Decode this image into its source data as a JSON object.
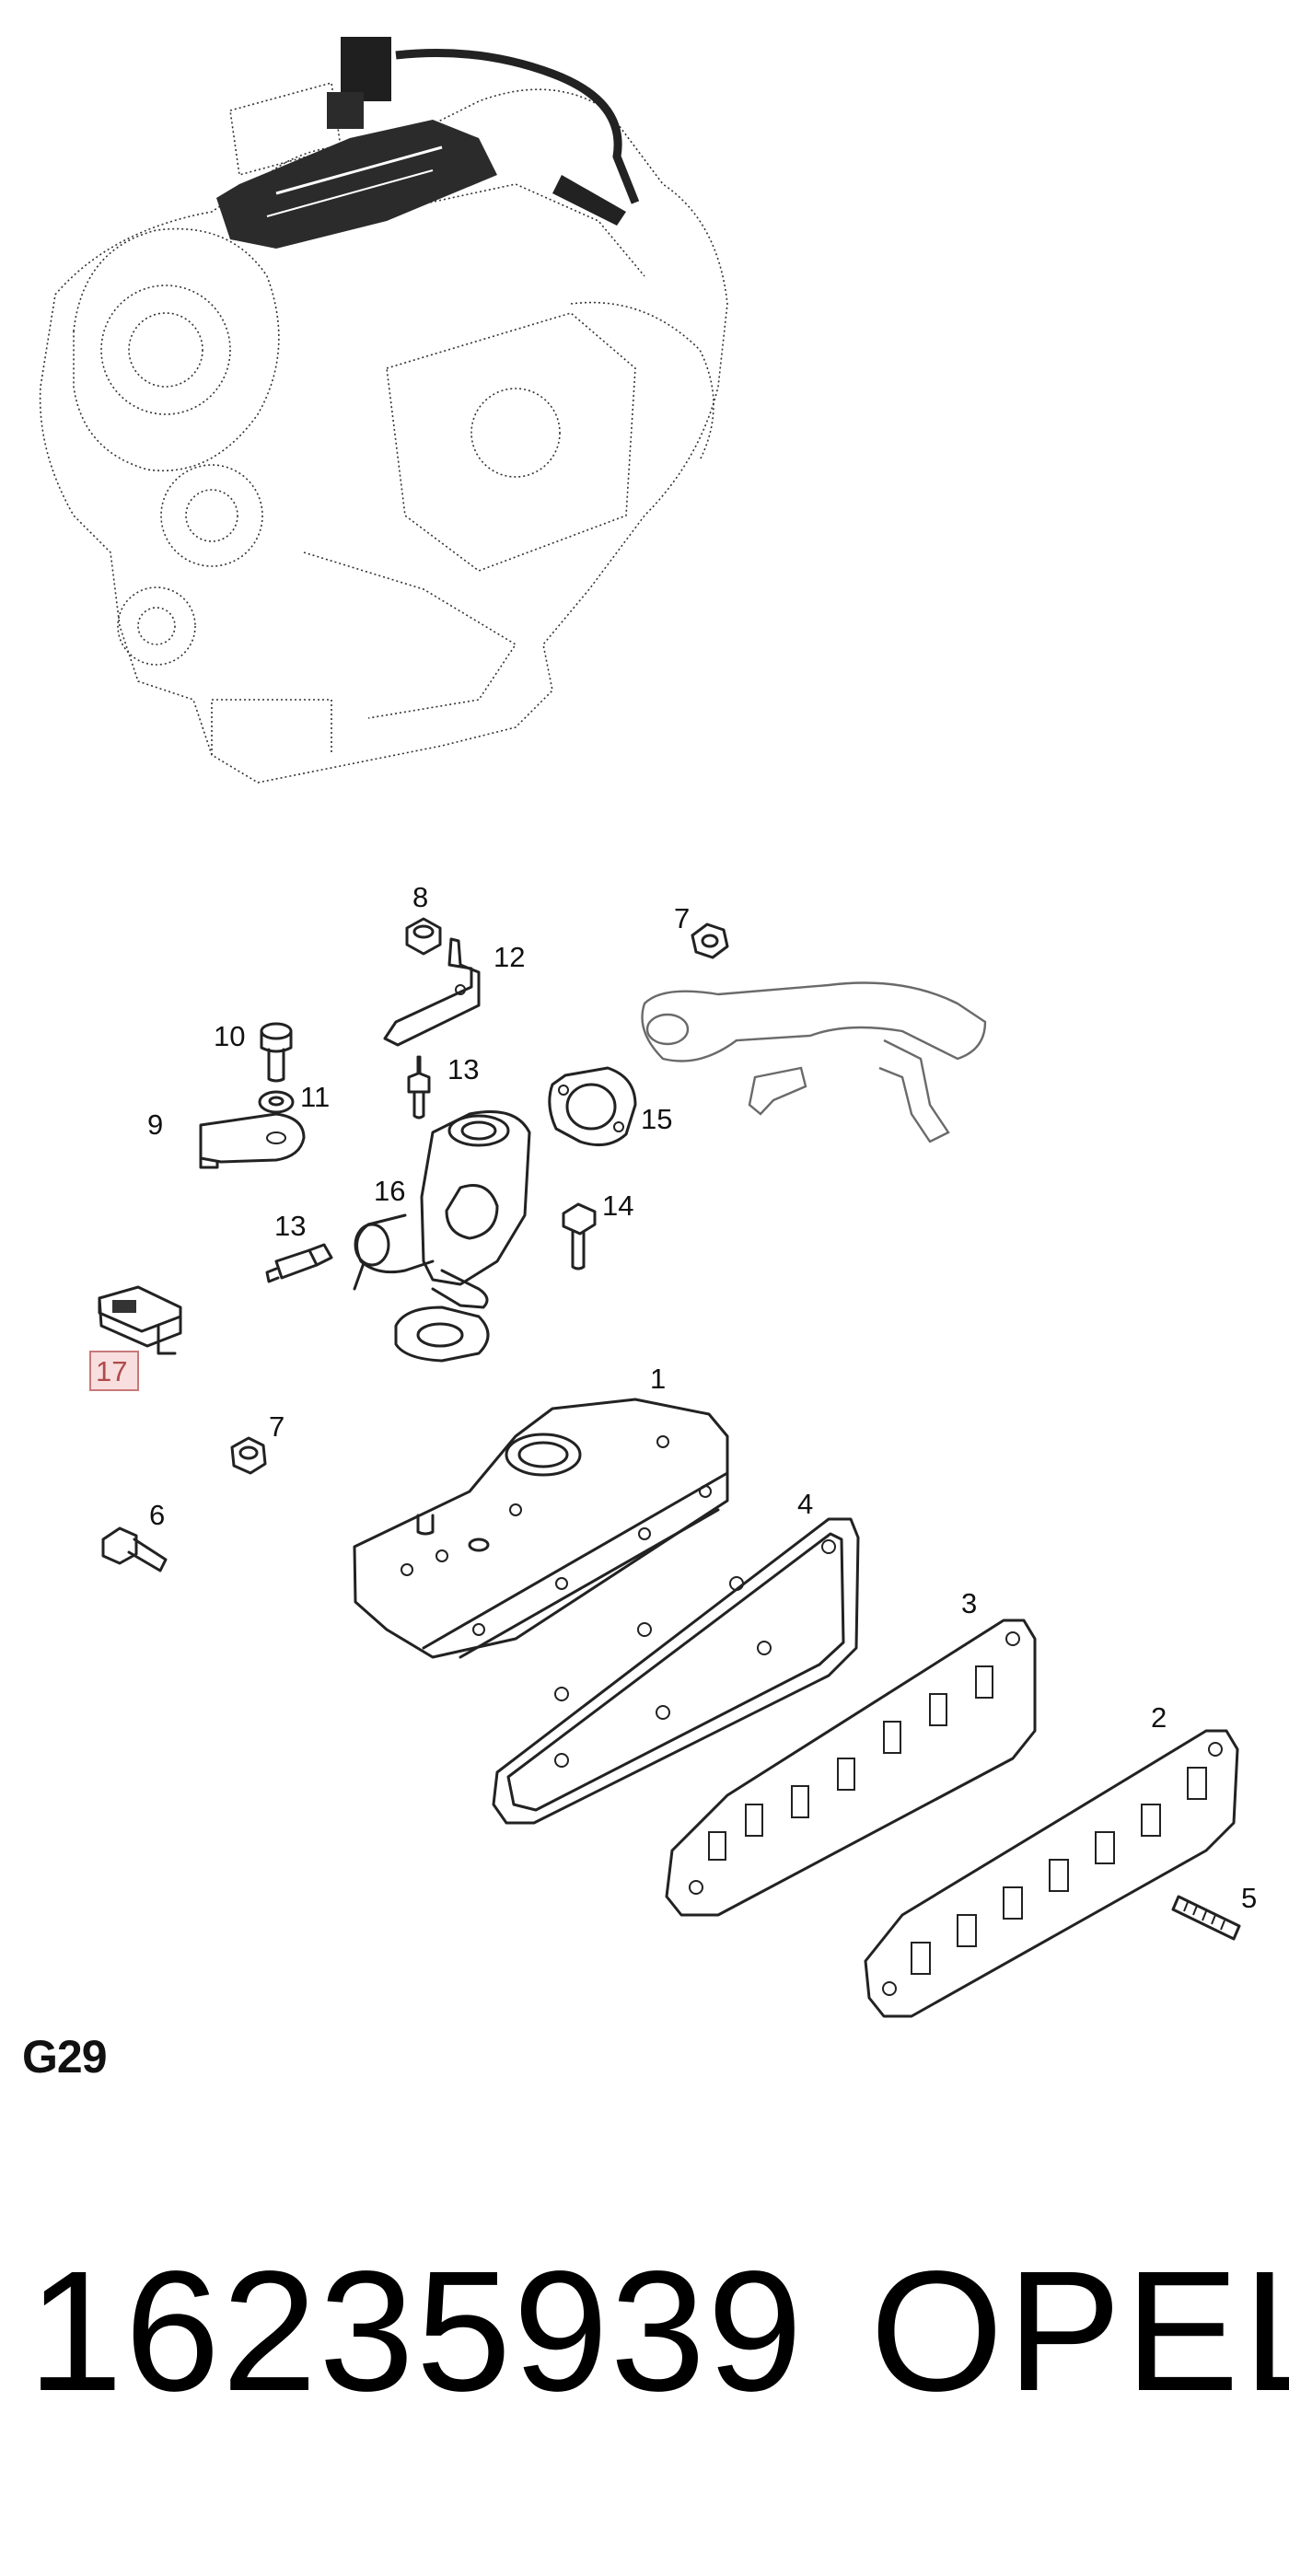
{
  "diagram": {
    "code": "G29",
    "highlighted_callout": "17",
    "callouts": [
      "8",
      "12",
      "7",
      "10",
      "13",
      "11",
      "15",
      "9",
      "16",
      "14",
      "13",
      "17",
      "1",
      "7",
      "6",
      "4",
      "3",
      "2",
      "5"
    ]
  },
  "footer": {
    "part_number": "16235939",
    "brand": "OPEL"
  },
  "colors": {
    "highlight_fill": "#f8dede",
    "highlight_stroke": "#c87878"
  }
}
